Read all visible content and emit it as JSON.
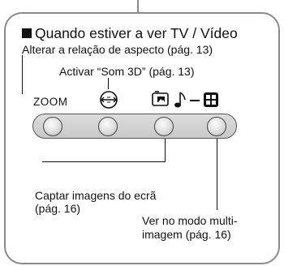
{
  "heading": "Quando estiver a ver TV / Vídeo",
  "labels": {
    "aspect": "Alterar a relação de aspecto (pág. 13)",
    "sound3d": "Activar “Som 3D” (pág. 13)",
    "zoom": "ZOOM",
    "capture_line1": "Captar imagens do ecrã",
    "capture_line2": "(pág. 16)",
    "multi_line1": "Ver no modo multi-",
    "multi_line2": "imagem (pág. 16)"
  },
  "icons": [
    "zoom-label",
    "aspect-ratio-icon",
    "capture-icon",
    "music-note-icon",
    "multi-image-icon"
  ],
  "colors": {
    "button_fill": "#d9d9d9",
    "border": "#8a8a8a",
    "text": "#111111"
  }
}
